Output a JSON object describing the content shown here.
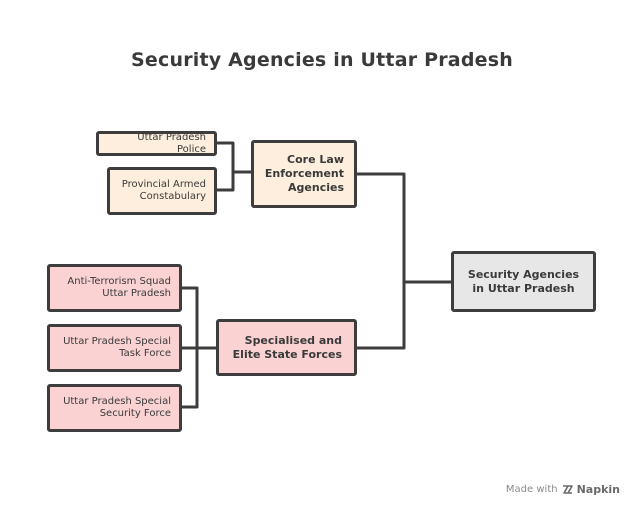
{
  "title": "Security Agencies in Uttar Pradesh",
  "root": {
    "label": "Security Agencies in Uttar Pradesh"
  },
  "groups": [
    {
      "label": "Core Law Enforcement Agencies",
      "children": [
        "Uttar Pradesh Police",
        "Provincial Armed Constabulary"
      ]
    },
    {
      "label": "Specialised and Elite State Forces",
      "children": [
        "Anti-Terrorism Squad Uttar Pradesh",
        "Uttar Pradesh Special Task Force",
        "Uttar Pradesh Special Security Force"
      ]
    }
  ],
  "footer": {
    "made_with": "Made with",
    "brand": "Napkin",
    "brand_icon": "napkin-logo-icon"
  },
  "colors": {
    "core_group_fill": "#fdeedd",
    "elite_group_fill": "#fbd2d2",
    "root_fill": "#e7e7e7",
    "stroke": "#3d3d3d"
  }
}
